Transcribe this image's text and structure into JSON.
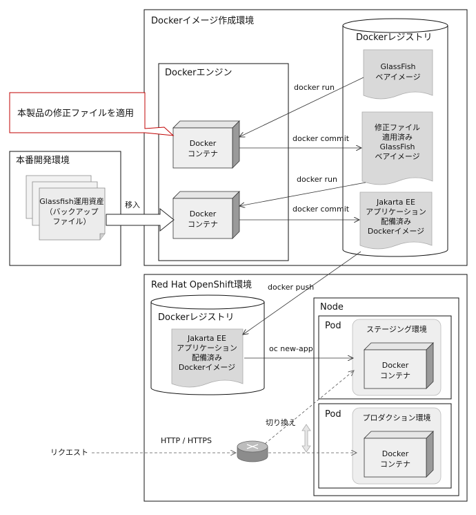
{
  "docker_build_env": {
    "title": "Dockerイメージ作成環境",
    "registry": {
      "title": "Dockerレジストリ",
      "images": [
        [
          "GlassFish",
          "ベアイメージ"
        ],
        [
          "修正ファイル",
          "適用済み",
          "GlassFish",
          "ベアイメージ"
        ],
        [
          "Jakarta EE",
          "アプリケーション",
          "配備済み",
          "Dockerイメージ"
        ]
      ]
    },
    "engine": {
      "title": "Dockerエンジン",
      "containers": [
        [
          "Docker",
          "コンテナ"
        ],
        [
          "Docker",
          "コンテナ"
        ]
      ]
    }
  },
  "callout": "本製品の修正ファイルを適用",
  "prod_env": {
    "title": "本番開発環境",
    "doc": [
      "Glassfish運用資産",
      "（バックアップ",
      "ファイル）"
    ]
  },
  "arrows": {
    "migrate": "移入",
    "docker_run_1": "docker run",
    "docker_commit_1": "docker commit",
    "docker_run_2": "docker run",
    "docker_commit_2": "docker commit",
    "docker_push": "docker push",
    "oc_new_app": "oc new-app",
    "switch": "切り換え",
    "request": "リクエスト",
    "http": "HTTP / HTTPS"
  },
  "openshift": {
    "title": "Red Hat OpenShift環境",
    "registry": {
      "title": "Dockerレジストリ",
      "image": [
        "Jakarta EE",
        "アプリケーション",
        "配備済み",
        "Dockerイメージ"
      ]
    },
    "node": {
      "title": "Node",
      "pods": [
        {
          "title": "Pod",
          "env": "ステージング環境",
          "container": [
            "Docker",
            "コンテナ"
          ]
        },
        {
          "title": "Pod",
          "env": "プロダクション環境",
          "container": [
            "Docker",
            "コンテナ"
          ]
        }
      ]
    }
  },
  "colors": {
    "callout_border": "#c00000",
    "document_fill": "#d9d9d9",
    "env_box_fill": "#eeeeee"
  }
}
